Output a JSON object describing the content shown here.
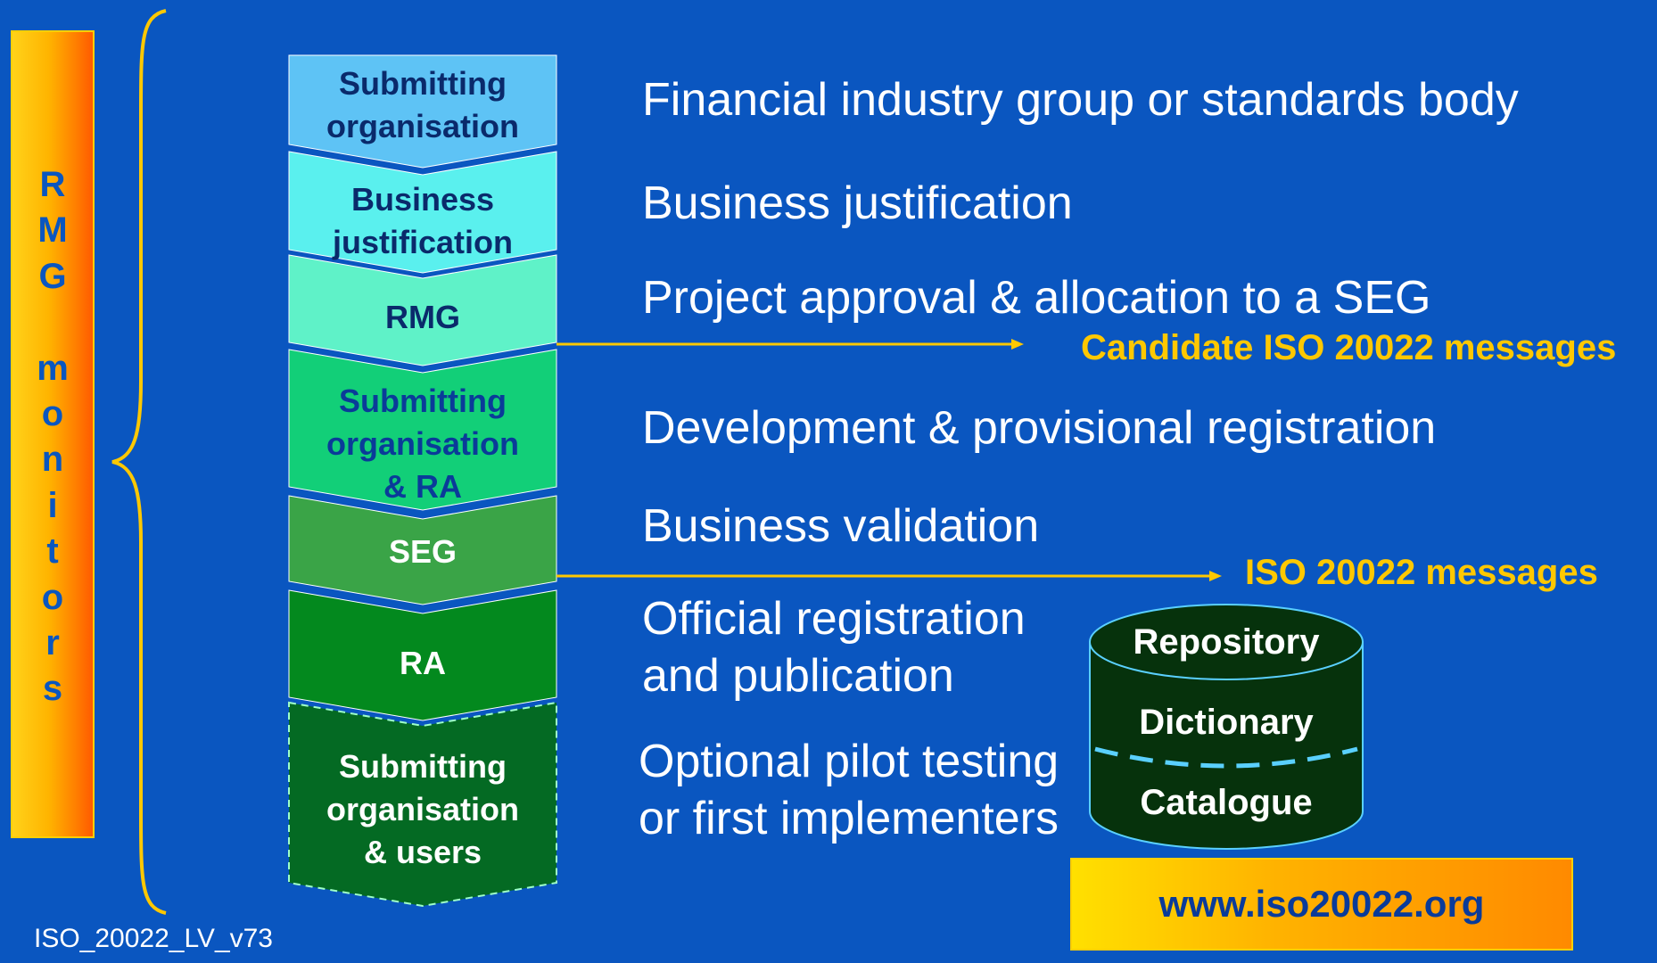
{
  "side_label": [
    "R",
    "M",
    "G",
    "",
    "m",
    "o",
    "n",
    "i",
    "t",
    "o",
    "r",
    "s"
  ],
  "stages": [
    {
      "lines": [
        "Submitting",
        "organisation"
      ],
      "fill": "#5ec3f5",
      "text_color": "#0a2a6b",
      "dashed": false
    },
    {
      "lines": [
        "Business",
        "justification"
      ],
      "fill": "#5af0ee",
      "text_color": "#0a2a6b",
      "dashed": false
    },
    {
      "lines": [
        "RMG"
      ],
      "fill": "#5ff2c8",
      "text_color": "#0a2a6b",
      "dashed": false
    },
    {
      "lines": [
        "Submitting",
        "organisation",
        "& RA"
      ],
      "fill": "#12cf78",
      "text_color": "#0a3b99",
      "dashed": false
    },
    {
      "lines": [
        "SEG"
      ],
      "fill": "#3aa447",
      "text_color": "#ffffff",
      "dashed": false
    },
    {
      "lines": [
        "RA"
      ],
      "fill": "#03891e",
      "text_color": "#ffffff",
      "dashed": false
    },
    {
      "lines": [
        "Submitting",
        "organisation",
        "& users"
      ],
      "fill": "#046a23",
      "text_color": "#ffffff",
      "dashed": true
    }
  ],
  "descriptions": [
    [
      "Financial industry group or standards body"
    ],
    [
      "Business justification"
    ],
    [
      "Project approval & allocation to a SEG"
    ],
    [
      "Development & provisional registration"
    ],
    [
      "Business validation"
    ],
    [
      "Official registration",
      "and publication"
    ],
    [
      "Optional pilot testing",
      "or first implementers"
    ]
  ],
  "outputs": {
    "candidate": "Candidate ISO 20022 messages",
    "final": "ISO 20022 messages"
  },
  "database": {
    "top": "Repository",
    "middle": "Dictionary",
    "bottom": "Catalogue"
  },
  "website": "www.iso20022.org",
  "footer": "ISO_20022_LV_v73",
  "colors": {
    "background": "#0a56c0",
    "accent": "#ffc800",
    "database_fill": "#06320c",
    "database_edge": "#5ad0ff"
  }
}
